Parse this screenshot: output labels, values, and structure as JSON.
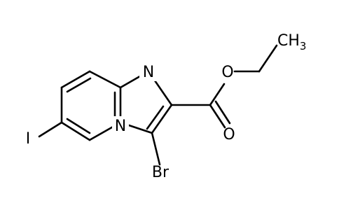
{
  "structure": {
    "atoms": {
      "n_imidazole": "N",
      "n_bridgehead": "N",
      "bromine": "Br",
      "iodine": "I",
      "ester_oxygen": "O",
      "carbonyl_oxygen": "O",
      "methyl_main": "CH",
      "methyl_sub": "3"
    }
  }
}
